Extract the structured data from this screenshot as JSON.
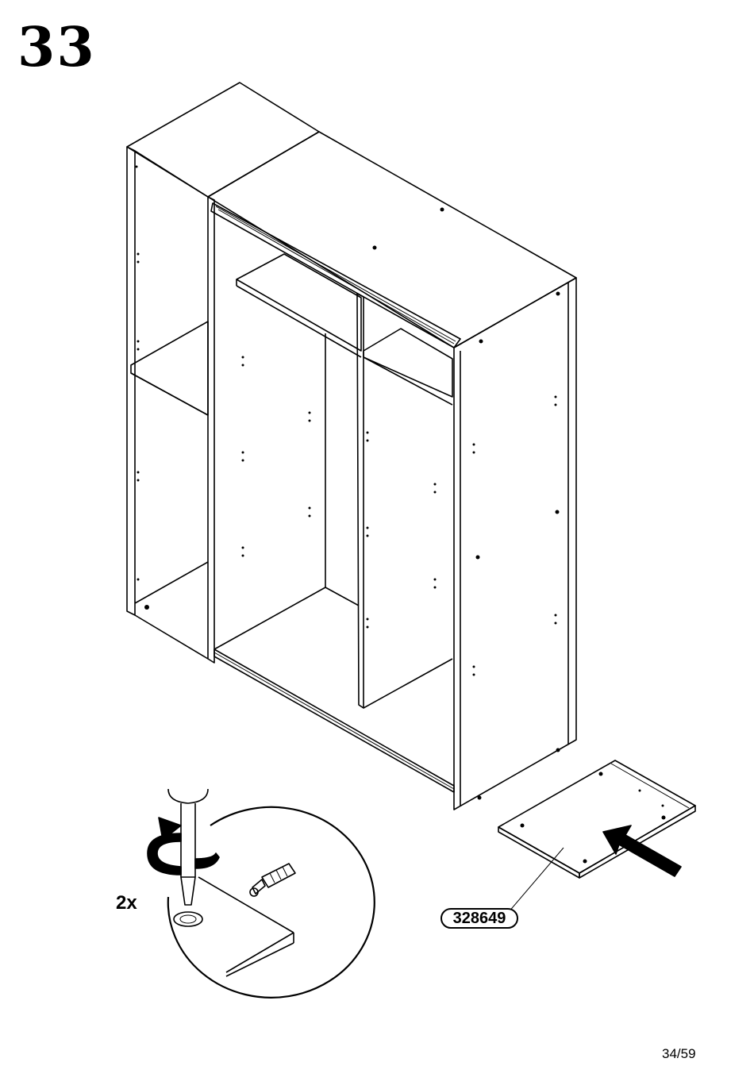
{
  "step": {
    "number": "33"
  },
  "instruction": {
    "quantity": "2x"
  },
  "part": {
    "id": "328649"
  },
  "footer": {
    "page": "34/59"
  },
  "icons": [
    "wardrobe-assembly-illustration",
    "screwdriver-icon",
    "rotate-clockwise-icon",
    "cam-dowel-icon",
    "arrow-insert-icon",
    "base-panel-illustration"
  ]
}
